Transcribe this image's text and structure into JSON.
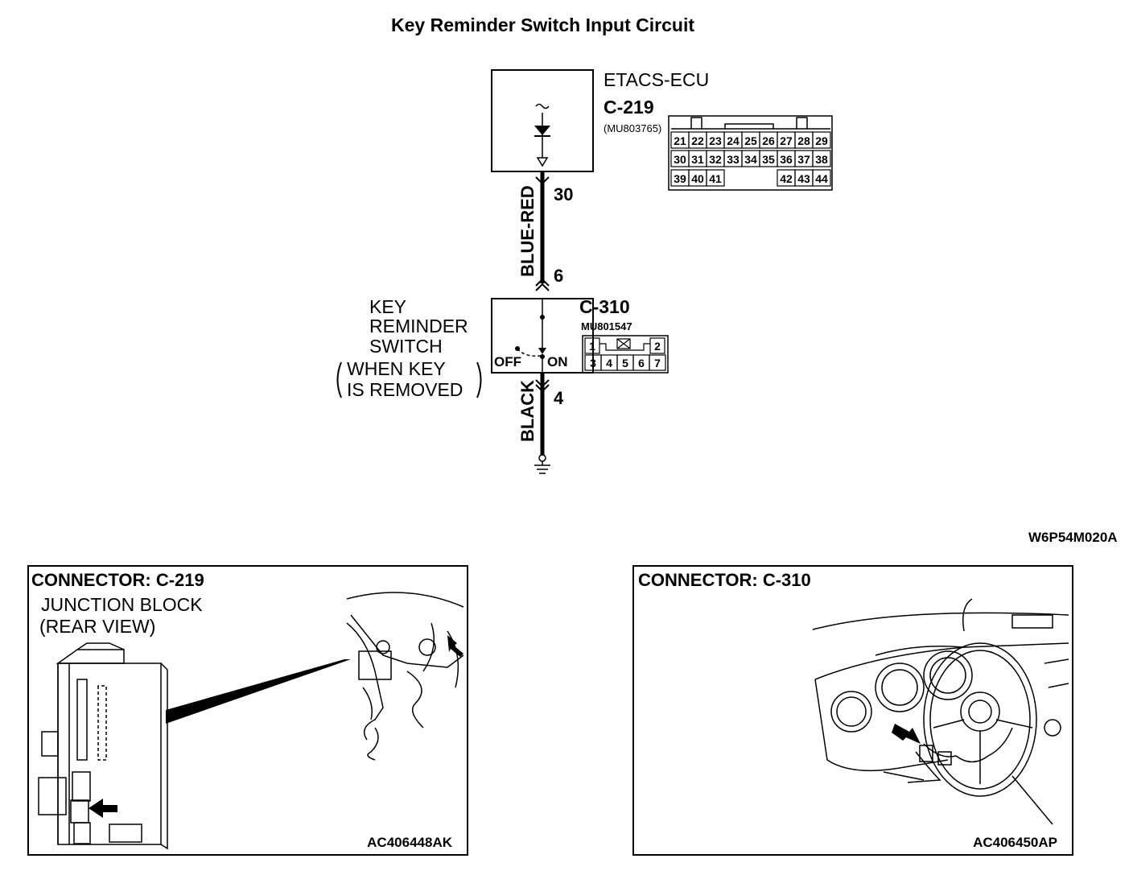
{
  "title": "Key Reminder Switch Input Circuit",
  "ecu": {
    "name": "ETACS-ECU",
    "connector": "C-219",
    "part_no": "(MU803765)",
    "pin_rows": [
      [
        "21",
        "22",
        "23",
        "24",
        "25",
        "26",
        "27",
        "28",
        "29"
      ],
      [
        "30",
        "31",
        "32",
        "33",
        "34",
        "35",
        "36",
        "37",
        "38"
      ],
      [
        "39",
        "40",
        "41",
        "42",
        "43",
        "44"
      ]
    ]
  },
  "wire_top": {
    "color": "BLUE-RED",
    "pin_top": "30",
    "pin_bottom": "6"
  },
  "switch": {
    "name_lines": [
      "KEY",
      "REMINDER",
      "SWITCH"
    ],
    "condition_lines": [
      "WHEN KEY",
      "IS REMOVED"
    ],
    "off_label": "OFF",
    "on_label": "ON",
    "connector": "C-310",
    "part_no": "MU801547",
    "pin_rows": [
      [
        "1",
        "2"
      ],
      [
        "3",
        "4",
        "5",
        "6",
        "7"
      ]
    ]
  },
  "wire_bottom": {
    "color": "BLACK",
    "pin": "4"
  },
  "figure_code": "W6P54M020A",
  "panels": [
    {
      "title": "CONNECTOR: C-219",
      "subtitle_lines": [
        "JUNCTION BLOCK",
        "(REAR VIEW)"
      ],
      "code": "AC406448AK"
    },
    {
      "title": "CONNECTOR: C-310",
      "code": "AC406450AP"
    }
  ],
  "colors": {
    "line": "#000000",
    "background": "#ffffff"
  }
}
